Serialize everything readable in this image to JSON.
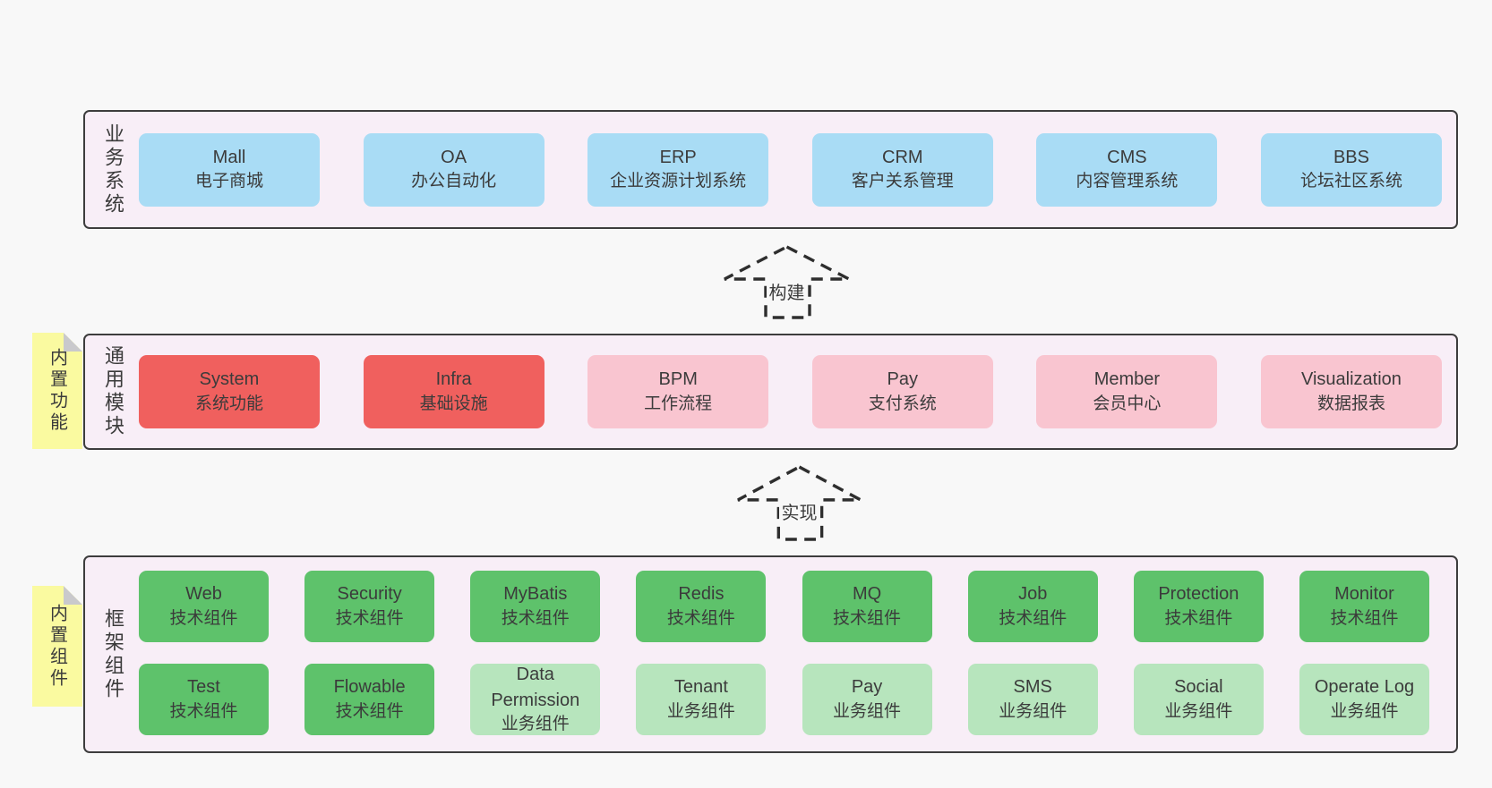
{
  "colors": {
    "canvas-bg": "#f8f8f8",
    "band-bg": "#f8eef7",
    "band-border": "#3d3d3d",
    "text": "#3b3b3b",
    "blue": "#a9dcf5",
    "red": "#f0605e",
    "pink": "#f9c5d0",
    "green": "#5ec26b",
    "green-light": "#b7e5bd",
    "sticky-yellow": "#fafaa0",
    "sticky-fold": "#c9c9cc",
    "arrow-dash": "#2e2e2e"
  },
  "layers": [
    {
      "label": "业务系统",
      "boxes": [
        {
          "en": "Mall",
          "zh": "电子商城",
          "variant": "blue"
        },
        {
          "en": "OA",
          "zh": "办公自动化",
          "variant": "blue"
        },
        {
          "en": "ERP",
          "zh": "企业资源计划系统",
          "variant": "blue"
        },
        {
          "en": "CRM",
          "zh": "客户关系管理",
          "variant": "blue"
        },
        {
          "en": "CMS",
          "zh": "内容管理系统",
          "variant": "blue"
        },
        {
          "en": "BBS",
          "zh": "论坛社区系统",
          "variant": "blue"
        }
      ]
    },
    {
      "label": "通用模块",
      "sticky": "内置功能",
      "boxes": [
        {
          "en": "System",
          "zh": "系统功能",
          "variant": "red"
        },
        {
          "en": "Infra",
          "zh": "基础设施",
          "variant": "red"
        },
        {
          "en": "BPM",
          "zh": "工作流程",
          "variant": "pink"
        },
        {
          "en": "Pay",
          "zh": "支付系统",
          "variant": "pink"
        },
        {
          "en": "Member",
          "zh": "会员中心",
          "variant": "pink"
        },
        {
          "en": "Visualization",
          "zh": "数据报表",
          "variant": "pink"
        }
      ]
    },
    {
      "label": "框架组件",
      "sticky": "内置组件",
      "rows": [
        [
          {
            "en": "Web",
            "zh": "技术组件",
            "variant": "green"
          },
          {
            "en": "Security",
            "zh": "技术组件",
            "variant": "green"
          },
          {
            "en": "MyBatis",
            "zh": "技术组件",
            "variant": "green"
          },
          {
            "en": "Redis",
            "zh": "技术组件",
            "variant": "green"
          },
          {
            "en": "MQ",
            "zh": "技术组件",
            "variant": "green"
          },
          {
            "en": "Job",
            "zh": "技术组件",
            "variant": "green"
          },
          {
            "en": "Protection",
            "zh": "技术组件",
            "variant": "green"
          },
          {
            "en": "Monitor",
            "zh": "技术组件",
            "variant": "green"
          }
        ],
        [
          {
            "en": "Test",
            "zh": "技术组件",
            "variant": "green"
          },
          {
            "en": "Flowable",
            "zh": "技术组件",
            "variant": "green"
          },
          {
            "en": "Data Permission",
            "zh": "业务组件",
            "variant": "green-light"
          },
          {
            "en": "Tenant",
            "zh": "业务组件",
            "variant": "green-light"
          },
          {
            "en": "Pay",
            "zh": "业务组件",
            "variant": "green-light"
          },
          {
            "en": "SMS",
            "zh": "业务组件",
            "variant": "green-light"
          },
          {
            "en": "Social",
            "zh": "业务组件",
            "variant": "green-light"
          },
          {
            "en": "Operate Log",
            "zh": "业务组件",
            "variant": "green-light"
          }
        ]
      ]
    }
  ],
  "arrows": [
    {
      "label": "构建"
    },
    {
      "label": "实现"
    }
  ]
}
